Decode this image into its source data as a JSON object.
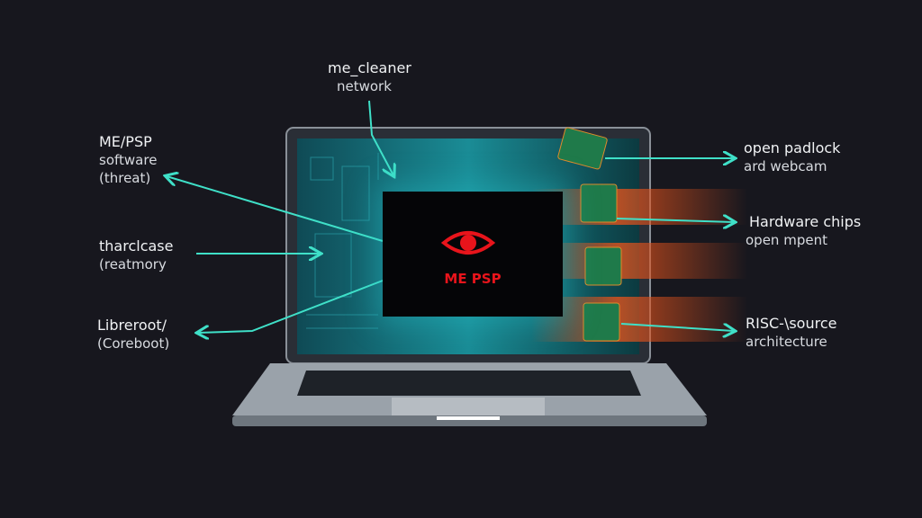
{
  "labels": {
    "top": {
      "line1": "me_cleaner",
      "line2": "network"
    },
    "left1": {
      "line1": "ME/PSP",
      "line2": "software",
      "line3": "(threat)"
    },
    "left2": {
      "line1": "tharclcase",
      "line2": "(reatmory"
    },
    "left3": {
      "line1": "Libreroot/",
      "line2": "(Coreboot)"
    },
    "right1": {
      "line1": "open padlock",
      "line2": "ard webcam"
    },
    "right2": {
      "line1": "Hardware chips",
      "line2": "open mpent"
    },
    "right3": {
      "line1": "RISC-\\source",
      "line2": "architecture"
    }
  },
  "screen": {
    "title": "ME PSP"
  },
  "colors": {
    "background": "#17171e",
    "accent": "#3fe0c8",
    "alert": "#e8141b",
    "glow": "#e0521c"
  }
}
